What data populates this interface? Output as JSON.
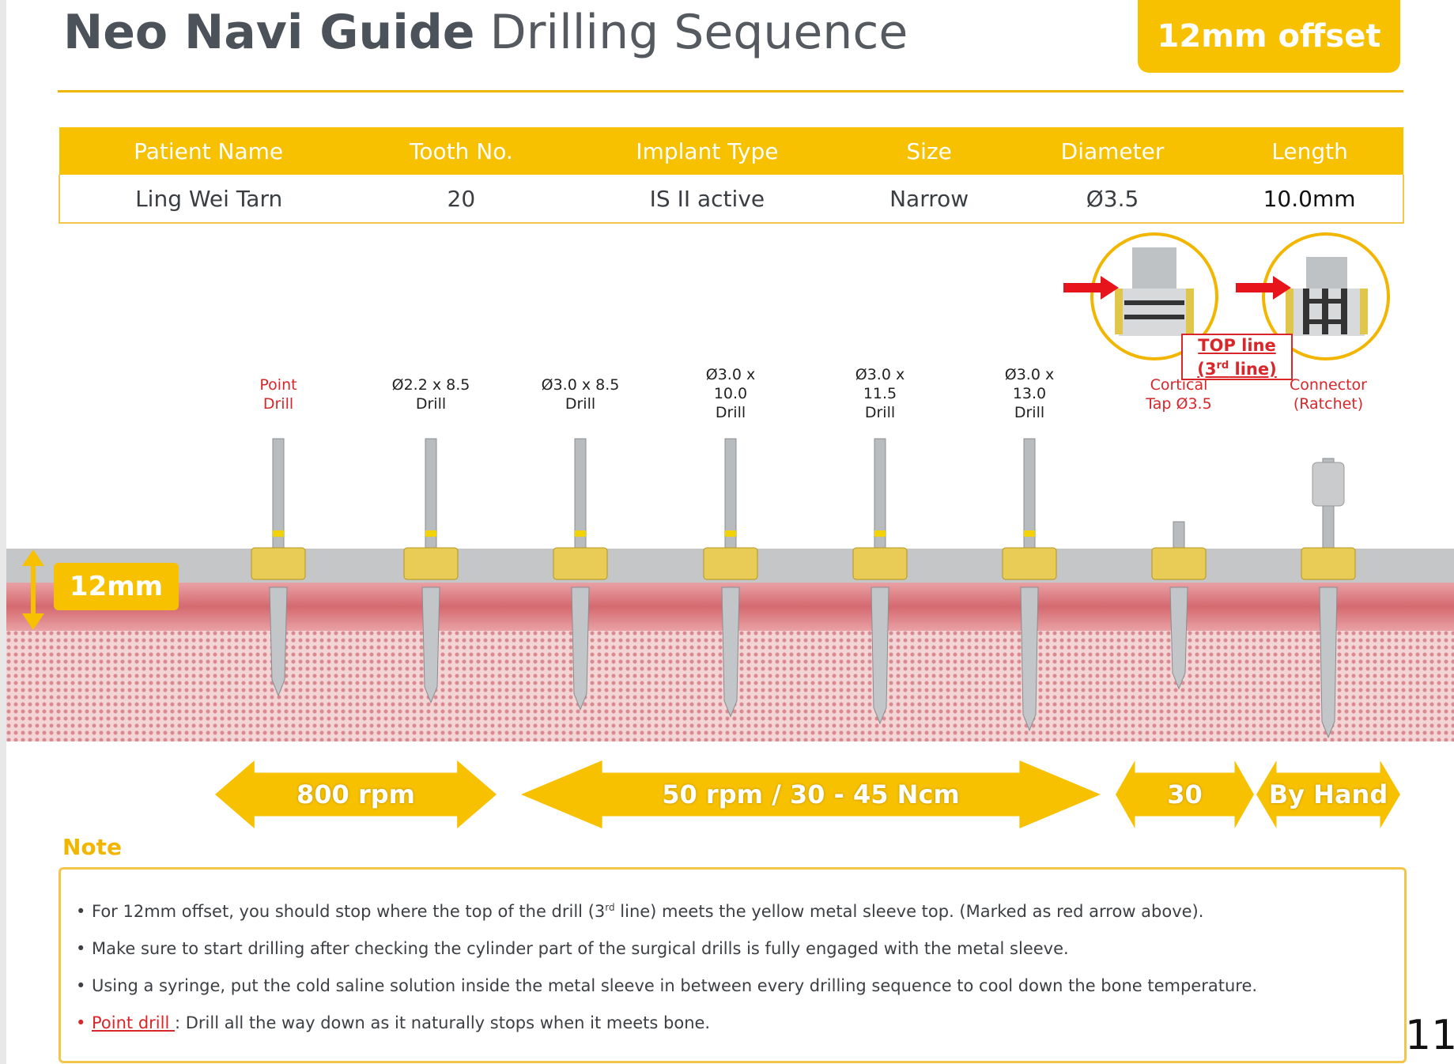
{
  "header": {
    "title_bold": "Neo Navi Guide",
    "title_light": "Drilling Sequence",
    "badge": "12mm offset"
  },
  "patient_table": {
    "headers": [
      "Patient Name",
      "Tooth No.",
      "Implant Type",
      "Size",
      "Diameter",
      "Length"
    ],
    "row": [
      "Ling Wei Tarn",
      "20",
      "IS II active",
      "Narrow",
      "Ø3.5",
      "10.0mm"
    ]
  },
  "drills": [
    {
      "label": [
        "Point",
        "Drill"
      ],
      "red": true,
      "tip_mm": 9.5
    },
    {
      "label": [
        "Ø2.2 x 8.5",
        "Drill"
      ],
      "red": false,
      "tip_mm": 10
    },
    {
      "label": [
        "Ø3.0 x 8.5",
        "Drill"
      ],
      "red": false,
      "tip_mm": 10.5
    },
    {
      "label": [
        "Ø3.0 x",
        "10.0",
        "Drill"
      ],
      "red": false,
      "tip_mm": 11
    },
    {
      "label": [
        "Ø3.0 x",
        "11.5",
        "Drill"
      ],
      "red": false,
      "tip_mm": 11.5
    },
    {
      "label": [
        "Ø3.0 x",
        "13.0",
        "Drill"
      ],
      "red": false,
      "tip_mm": 12
    },
    {
      "label": [
        "Cortical",
        "Tap Ø3.5"
      ],
      "red": true,
      "tip_mm": 9
    },
    {
      "label": [
        "Connector",
        "(Ratchet)"
      ],
      "red": true,
      "tip_mm": 12.5
    }
  ],
  "offset_label": "12mm",
  "top_line": {
    "line1": "TOP line",
    "line2a": "(3",
    "line2sup": "rd",
    "line2b": " line)"
  },
  "speeds": [
    "800 rpm",
    "50 rpm / 30 - 45 Ncm",
    "30",
    "By Hand"
  ],
  "note": {
    "title": "Note",
    "b1a": "For  12mm offset, you should stop where the top of the drill (3",
    "b1sup": "rd",
    "b1b": " line) meets the yellow metal sleeve top. (Marked as red arrow above).",
    "b2": "Make sure to start drilling after checking the cylinder part of the surgical drills is fully engaged with the metal sleeve.",
    "b3": "Using a syringe, put the cold saline solution inside the metal sleeve in between every drilling sequence to cool down the bone temperature.",
    "b4_red": "Point drill ",
    "b4": ": Drill all the way down as it naturally stops when it meets bone."
  },
  "page_number": "11",
  "colors": {
    "accent": "#f7c100",
    "red": "#d9262a"
  }
}
